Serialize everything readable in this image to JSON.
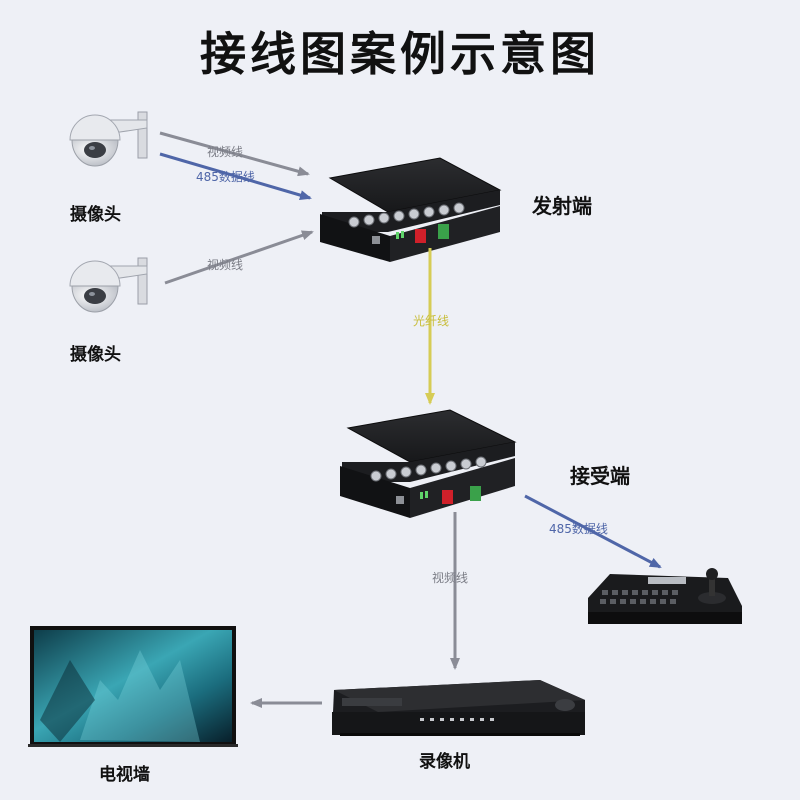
{
  "title": "接线图案例示意图",
  "labels": {
    "camera1": "摄像头",
    "camera2": "摄像头",
    "transmitter": "发射端",
    "receiver": "接受端",
    "tv_wall": "电视墙",
    "recorder": "录像机"
  },
  "wires": {
    "cam1_video": "视频线",
    "cam1_485": "485数据线",
    "cam2_video": "视频线",
    "fiber": "光纤线",
    "rx_485": "485数据线",
    "rx_video": "视频线"
  },
  "colors": {
    "video_line": "#8a8c96",
    "data_line": "#4f66a8",
    "fiber_line": "#d6cc55"
  }
}
